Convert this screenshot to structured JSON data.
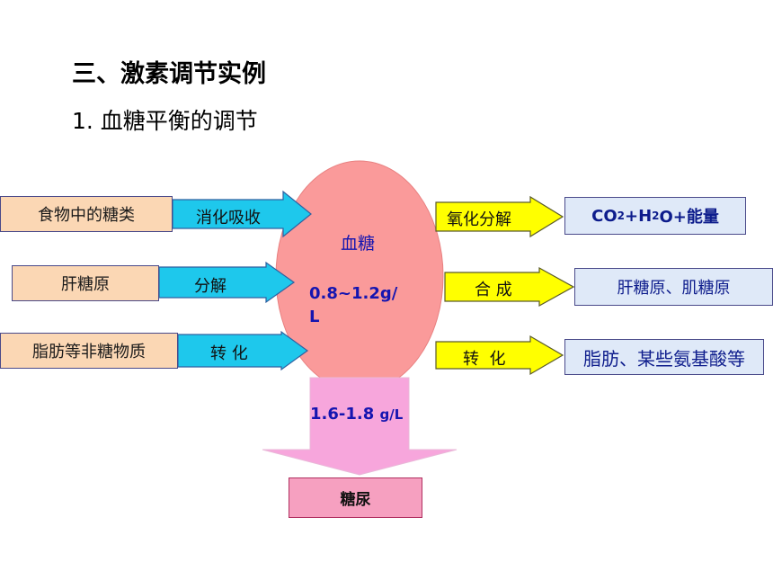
{
  "title": "三、激素调节实例",
  "subtitle": "1. 血糖平衡的调节",
  "center": {
    "label": "血糖",
    "normal_range": "0.8~1.2g/\nL",
    "threshold": "1.6-1.8 g/L",
    "threshold_num": "1.6-1.8",
    "threshold_unit": "g/L"
  },
  "sources": [
    {
      "box": "食物中的糖类",
      "arrow": "消化吸收"
    },
    {
      "box": "肝糖原",
      "arrow": "分解"
    },
    {
      "box": "脂肪等非糖物质",
      "arrow": "转 化"
    }
  ],
  "outputs": [
    {
      "arrow": "氧化分解",
      "box": "CO2+H2O+能量",
      "box_parts": {
        "co": "CO",
        "two": "2",
        "plus_h": "+H",
        "o_plus": "O+能量"
      }
    },
    {
      "arrow": "合 成",
      "box": "肝糖原、肌糖原"
    },
    {
      "arrow": "转  化",
      "box": "脂肪、某些氨基酸等"
    }
  ],
  "urine": "糖尿",
  "colors": {
    "ellipse": "#fa9a9a",
    "input_box": "#fbd7b4",
    "input_arrow": "#1ec8ec",
    "output_arrow": "#ffff00",
    "output_box": "#dfe9f8",
    "down_arrow": "#f7a6dc",
    "urine_box": "#f6a0c0"
  }
}
